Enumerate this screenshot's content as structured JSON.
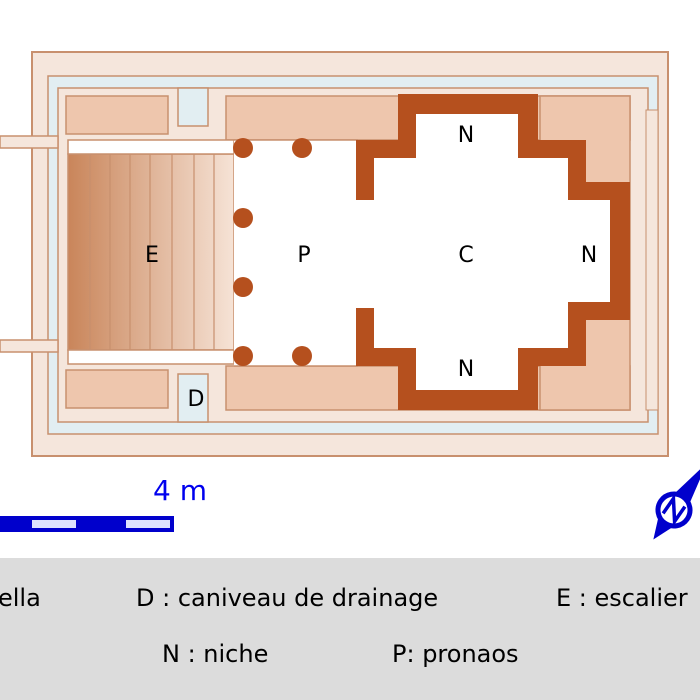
{
  "plan": {
    "labels": {
      "escalier": "E",
      "pronaos": "P",
      "cella": "C",
      "niche_top": "N",
      "niche_right": "N",
      "niche_bottom": "N",
      "drainage": "D"
    },
    "scale": {
      "text": "4 m"
    },
    "compass_icon": "north-arrow-icon"
  },
  "legend": {
    "items": [
      "ella",
      "D : caniveau de drainage",
      "E : escalier",
      "N : niche",
      "P: pronaos"
    ]
  },
  "colors": {
    "outer_wall": "#f5e6dc",
    "wall_stroke": "#c8906e",
    "drain_channel": "#e2eef2",
    "platform": "#eec6ad",
    "cella_wall": "#b5501e",
    "column": "#b5501e",
    "scale_bar": "#0000cc",
    "legend_bg": "#dcdcdc"
  }
}
